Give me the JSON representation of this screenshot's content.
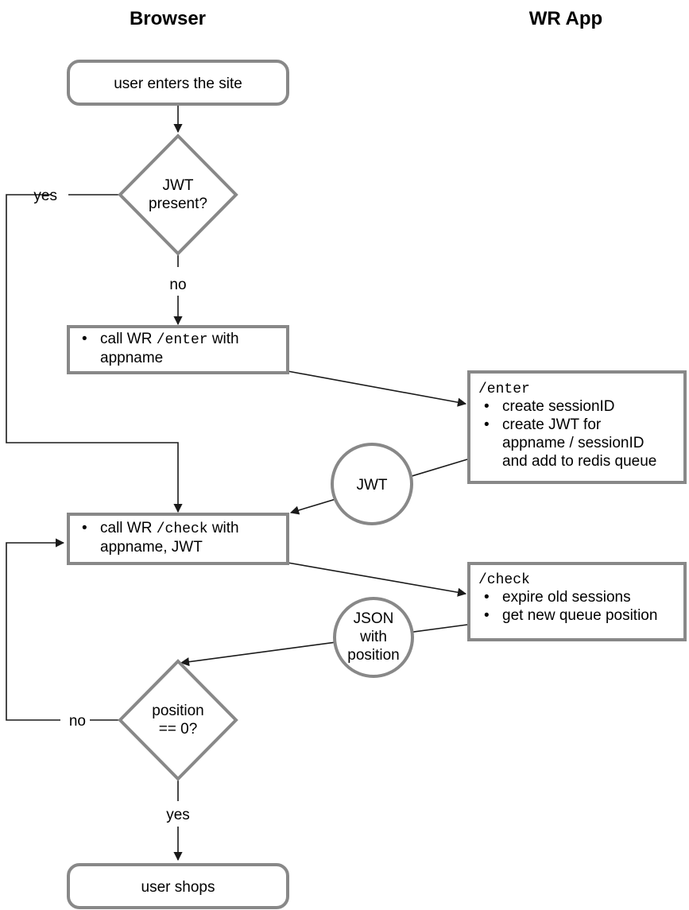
{
  "diagram": {
    "title_left": "Browser",
    "title_right": "WR App",
    "lanes": [
      {
        "id": "browser",
        "label": "Browser"
      },
      {
        "id": "wr-app",
        "label": "WR App"
      }
    ],
    "nodes": {
      "user_enters": {
        "shape": "rounded-rect",
        "text": "user enters the site"
      },
      "jwt_present": {
        "shape": "diamond",
        "line1": "JWT",
        "line2": "present?"
      },
      "call_enter": {
        "shape": "rect",
        "bullet": "•",
        "seg1": "call WR ",
        "seg_mono": "/enter",
        "seg2": " with",
        "line2": "appname"
      },
      "enter_endpoint": {
        "shape": "rect",
        "header_mono": "/enter",
        "bullets": [
          {
            "mark": "•",
            "lines": [
              "create sessionID"
            ]
          },
          {
            "mark": "•",
            "lines": [
              "create JWT for",
              "appname / sessionID",
              "and add to redis queue"
            ]
          }
        ]
      },
      "jwt_token": {
        "shape": "circle",
        "text": "JWT"
      },
      "call_check": {
        "shape": "rect",
        "bullet": "•",
        "seg1": "call WR ",
        "seg_mono": "/check",
        "seg2": " with",
        "line2": "appname, JWT"
      },
      "check_endpoint": {
        "shape": "rect",
        "header_mono": "/check",
        "bullets": [
          {
            "mark": "•",
            "lines": [
              "expire old sessions"
            ]
          },
          {
            "mark": "•",
            "lines": [
              "get new queue position"
            ]
          }
        ]
      },
      "json_position": {
        "shape": "circle",
        "line1": "JSON",
        "line2": "with",
        "line3": "position"
      },
      "position_zero": {
        "shape": "diamond",
        "line1": "position",
        "line2": "== 0?"
      },
      "user_shops": {
        "shape": "rounded-rect",
        "text": "user shops"
      }
    },
    "edge_labels": {
      "jwt_yes": "yes",
      "jwt_no": "no",
      "position_no": "no",
      "position_yes": "yes"
    },
    "colors": {
      "shape_stroke": "#888888",
      "shape_fill": "#ffffff",
      "connector": "#1a1a1a",
      "text": "#000000",
      "background": "#ffffff"
    }
  }
}
